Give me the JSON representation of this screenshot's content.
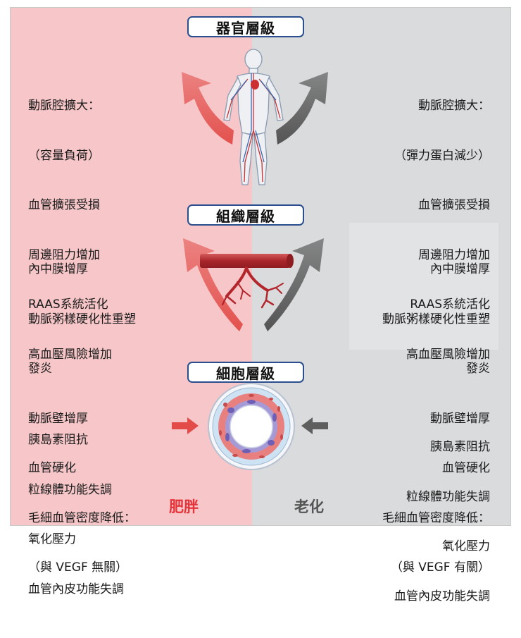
{
  "levels": {
    "organ": "器官層級",
    "tissue": "組織層級",
    "cell": "細胞層級"
  },
  "organ": {
    "left": [
      "動脈腔擴大：",
      "（容量負荷）",
      "血管擴張受損",
      "周邊阻力增加",
      "RAAS系統活化",
      "高血壓風險增加"
    ],
    "right": [
      "動脈腔擴大：",
      "（彈力蛋白減少）",
      "血管擴張受損",
      "周邊阻力增加",
      "RAAS系統活化",
      "高血壓風險增加"
    ]
  },
  "tissue": {
    "left": [
      "內中膜增厚",
      "動脈粥樣硬化性重塑",
      "發炎",
      "動脈壁增厚",
      "血管硬化",
      "毛細血管密度降低：",
      "（與 VEGF 無關）"
    ],
    "right": [
      "內中膜增厚",
      "動脈粥樣硬化性重塑",
      "發炎",
      "動脈壁增厚",
      "血管硬化",
      "毛細血管密度降低：",
      "（與 VEGF 有關）"
    ]
  },
  "cell": {
    "left": [
      "胰島素阻抗",
      "粒線體功能失調",
      "氧化壓力",
      "血管內皮功能失調"
    ],
    "right": [
      "胰島素阻抗",
      "粒線體功能失調",
      "氧化壓力",
      "血管內皮功能失調"
    ]
  },
  "bottom": {
    "left": "肥胖",
    "right": "老化"
  },
  "colors": {
    "left_panel": "#f6c6c8",
    "right_panel": "#d9dbdd",
    "red_arrow": "#e24b47",
    "gray_arrow": "#5e5e5e",
    "box_border": "#2b4e8e",
    "obesity_label": "#e5333a",
    "aging_label": "#555555"
  },
  "icons": [
    "human-body-icon",
    "blood-vessel-branch-icon",
    "artery-cross-section-icon"
  ]
}
